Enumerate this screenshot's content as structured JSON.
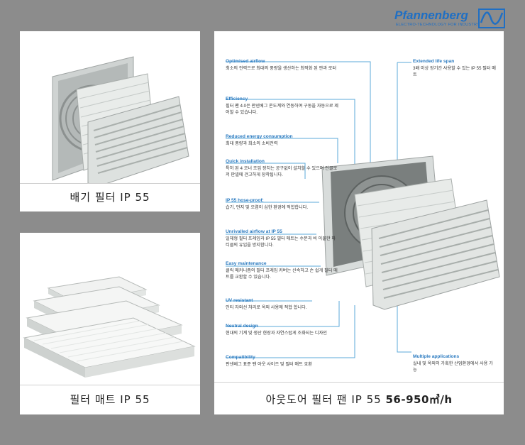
{
  "cards": {
    "exhaust_filter": {
      "caption": "배기 필터 IP 55"
    },
    "filter_mat": {
      "caption": "필터 매트 IP 55"
    }
  },
  "brochure": {
    "brand": {
      "name": "Pfannenberg",
      "tagline": "ELECTRO-TECHNOLOGY FOR INDUSTRY"
    },
    "caption_text": "아웃도어 필터 팬 IP 55",
    "caption_value": "56-950㎥/h",
    "features_left": [
      {
        "title": "Optimised airflow",
        "desc": "최소의 전력으로 최대의 풍량을 생산하는 최적화 된 판과 로터"
      },
      {
        "title": "Efficiency",
        "desc": "필터 팬 4.0은 판넨베그 온도계와 연동하여 구동을 자동으로 제어할 수 있습니다."
      },
      {
        "title": "Reduced energy consumption",
        "desc": "최대 풍량과 최소의 소비전력"
      },
      {
        "title": "Quick installation",
        "desc": "특허 된 4 코너 조임 장치는 공구없이 설치할 수 있으며 인클로저 판넬에 견고하게 장착됩니다."
      },
      {
        "title": "IP 55 hose-proof:",
        "desc": "습기, 먼지 및 오염이 심한 환경에 적합합니다."
      },
      {
        "title": "Unrivalled airflow at IP 55",
        "desc": "일체형 필터 프레임과 IP 55 필터 매트는 수분과 비 이물한 파티클의 유입을 방지합니다."
      },
      {
        "title": "Easy maintenance",
        "desc": "클릭 메커니즘의 필터 프레임 커버는 신속하고 손 쉽게 필터 매트를 교환할 수 있습니다."
      },
      {
        "title": "UV resistant",
        "desc": "인티 자외선 처리로 옥외 사용에 적합 합니다."
      },
      {
        "title": "Neutral design",
        "desc": "현대의 기계 및 생산 현장과 자연스럽게 조화되는 디자인"
      },
      {
        "title": "Compatibility",
        "desc": "판넨베그 표준 팬 아웃 사이즈 및 필터 매트 호환"
      }
    ],
    "features_right": [
      {
        "title": "Extended life span",
        "desc": "3배 이상 장기간 사용할 수 있는 IP 55 필터 매트"
      },
      {
        "title": "Multiple applications",
        "desc": "실내 및 옥외의 가혹한 산업환경에서 사용 가능"
      }
    ]
  },
  "colors": {
    "background": "#8c8c8c",
    "accent": "#2a7ac0",
    "panel": "#ffffff"
  }
}
